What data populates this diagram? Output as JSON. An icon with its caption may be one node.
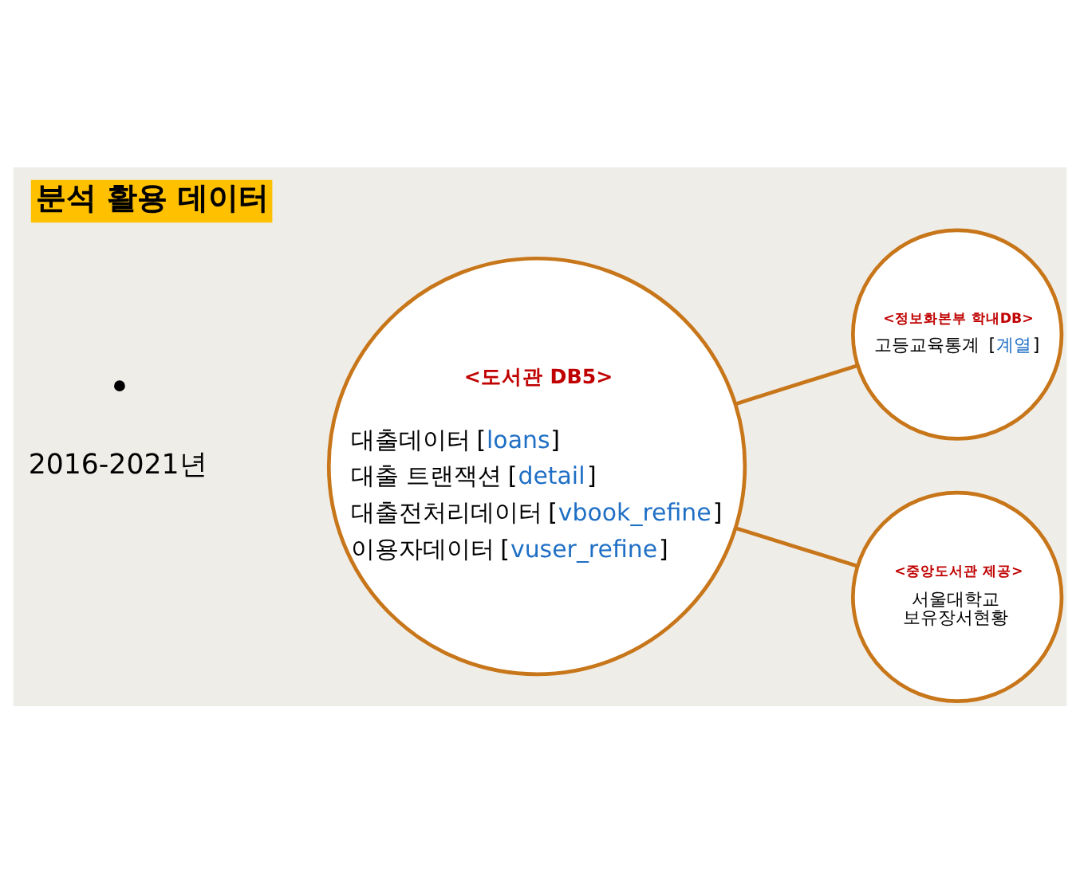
{
  "diagram": {
    "title": "분석 활용 데이터",
    "nodes": [
      {
        "text": [
          "<도서관 DB5>",
          "대출데이터 [loans]",
          "대출 트랜잭션 [detail]",
          "대출전처리데이터 [vbook_refine]",
          "이용자데이터 [vuser_refine]"
        ]
      },
      {
        "text": [
          "<정보화본부 학내DB>",
          "고등교육통계 [계열]"
        ]
      },
      {
        "text": [
          "<중앙도서관 제공>",
          "서울대학교 보유장서현황"
        ]
      }
    ],
    "edges": [
      {
        "from": 0,
        "to": 1,
        "arrow": "none"
      },
      {
        "from": 0,
        "to": 2,
        "arrow": "none"
      }
    ],
    "labels": [
      "2016-2021년"
    ]
  }
}
